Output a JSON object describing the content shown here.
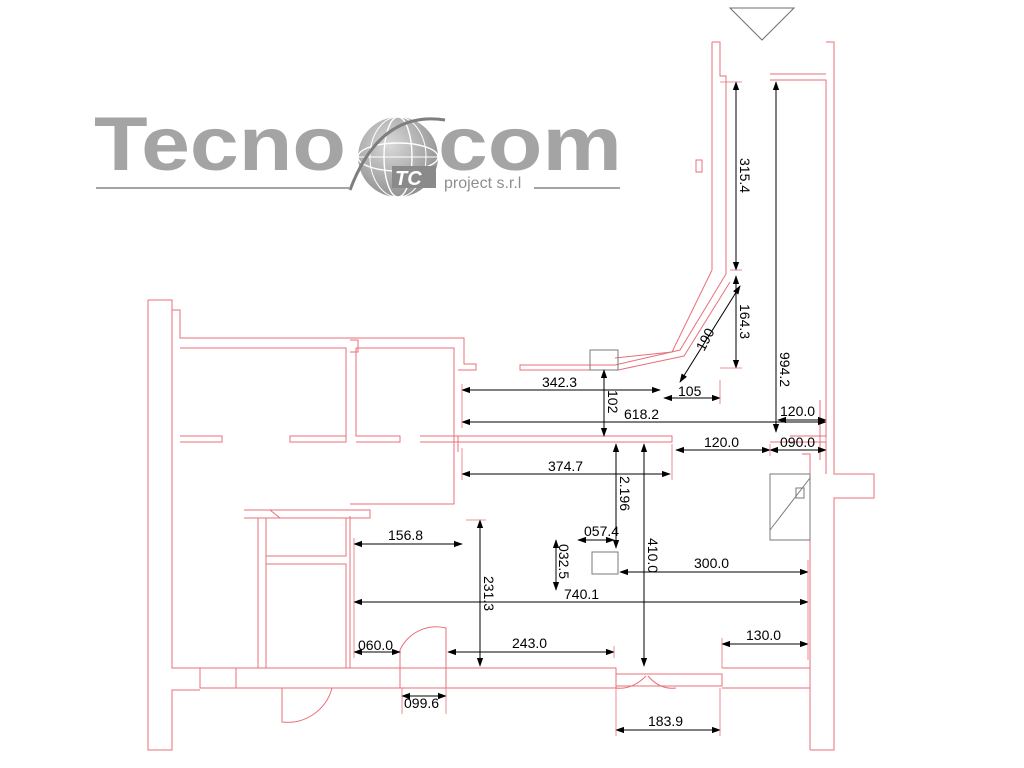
{
  "logo": {
    "brand_left": "Tecno",
    "brand_right": "com",
    "badge": "TC",
    "subtitle": "project s.r.l",
    "colors": {
      "text": "#a4a4a4",
      "globe": "#9a9a9a"
    }
  },
  "plan": {
    "colors": {
      "walls": "#e8707a",
      "dimensions": "#000000"
    },
    "dimensions": [
      {
        "id": "d-315-4",
        "label": "315.4"
      },
      {
        "id": "d-164-3",
        "label": "164.3"
      },
      {
        "id": "d-190",
        "label": "190"
      },
      {
        "id": "d-105",
        "label": "105"
      },
      {
        "id": "d-342-3",
        "label": "342.3"
      },
      {
        "id": "d-102",
        "label": "102"
      },
      {
        "id": "d-618-2",
        "label": "618.2"
      },
      {
        "id": "d-994-2",
        "label": "994.2"
      },
      {
        "id": "d-120-0-top",
        "label": "120.0"
      },
      {
        "id": "d-120-0-mid",
        "label": "120.0"
      },
      {
        "id": "d-090-0",
        "label": "090.0"
      },
      {
        "id": "d-374-7",
        "label": "374.7"
      },
      {
        "id": "d-2-196",
        "label": "2.196"
      },
      {
        "id": "d-057-4",
        "label": "057.4"
      },
      {
        "id": "d-032-5",
        "label": "032.5"
      },
      {
        "id": "d-410-0",
        "label": "410.0"
      },
      {
        "id": "d-300-0",
        "label": "300.0"
      },
      {
        "id": "d-156-8",
        "label": "156.8"
      },
      {
        "id": "d-231-3",
        "label": "231.3"
      },
      {
        "id": "d-740-1",
        "label": "740.1"
      },
      {
        "id": "d-060-0",
        "label": "060.0"
      },
      {
        "id": "d-243-0",
        "label": "243.0"
      },
      {
        "id": "d-130-0",
        "label": "130.0"
      },
      {
        "id": "d-099-6",
        "label": "099.6"
      },
      {
        "id": "d-183-9",
        "label": "183.9"
      }
    ]
  }
}
